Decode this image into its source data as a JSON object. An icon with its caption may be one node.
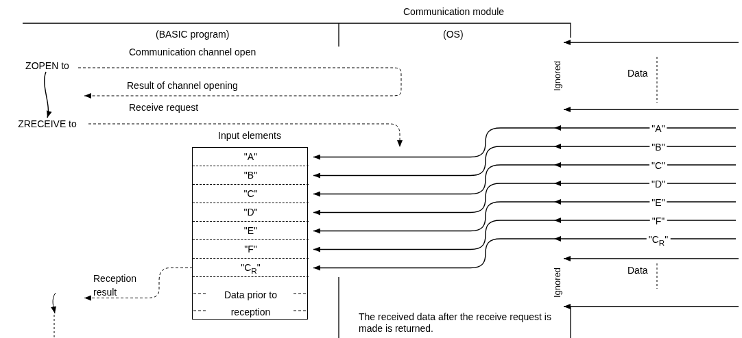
{
  "diagram": {
    "nodes": [
      {
        "text": [
          "ZOPEN to"
        ]
      },
      {
        "text": [
          "ZRECEIVE to"
        ]
      },
      {
        "text": [
          "Input elements"
        ]
      },
      {
        "text": [
          "\"A\""
        ],
        "in": 2
      },
      {
        "text": [
          "\"B\""
        ],
        "in": 2
      },
      {
        "text": [
          "\"C\""
        ],
        "in": 2
      },
      {
        "text": [
          "\"D\""
        ],
        "in": 2
      },
      {
        "text": [
          "\"E\""
        ],
        "in": 2
      },
      {
        "text": [
          "\"F\""
        ],
        "in": 2
      },
      {
        "text": [
          "\"C$_{R}$\""
        ],
        "in": 2
      },
      {
        "text": [
          "Data prior to reception"
        ],
        "in": 2
      },
      {
        "text": [
          "Ignored"
        ]
      },
      {
        "text": [
          "Ignored"
        ]
      }
    ],
    "edges": [
      {
        "from": 0,
        "to": null,
        "arrow": "to",
        "label": "Communication channel open",
        "style": "dashed"
      },
      {
        "from": 0,
        "to": 1,
        "arrow": "to"
      },
      {
        "from": 1,
        "to": null,
        "arrow": "to",
        "label": "Receive request",
        "style": "dashed"
      },
      {
        "from": null,
        "to": 11,
        "arrow": "to"
      },
      {
        "from": null,
        "to": 11,
        "arrow": "to"
      },
      {
        "from": null,
        "to": 3,
        "arrow": "to",
        "label": "\"A\""
      },
      {
        "from": null,
        "to": 4,
        "arrow": "to",
        "label": "\"B\""
      },
      {
        "from": null,
        "to": 5,
        "arrow": "to",
        "label": "\"C\""
      },
      {
        "from": null,
        "to": 6,
        "arrow": "to",
        "label": "\"D\""
      },
      {
        "from": null,
        "to": 7,
        "arrow": "to",
        "label": "\"E\""
      },
      {
        "from": null,
        "to": 8,
        "arrow": "to",
        "label": "\"F\""
      },
      {
        "from": null,
        "to": 9,
        "arrow": "to",
        "label": "\"C$_{R}$\""
      },
      {
        "from": null,
        "to": 12,
        "arrow": "to"
      },
      {
        "from": null,
        "to": 12,
        "arrow": "to"
      },
      {
        "from": 9,
        "to": null,
        "arrow": "to",
        "label": "Reception result",
        "style": "dashed"
      }
    ],
    "labels": [
      "Communication module",
      "(BASIC program)",
      "(OS)",
      "Result of channel opening",
      "Data",
      "Data",
      "The received data after the receive request is made is returned."
    ]
  }
}
